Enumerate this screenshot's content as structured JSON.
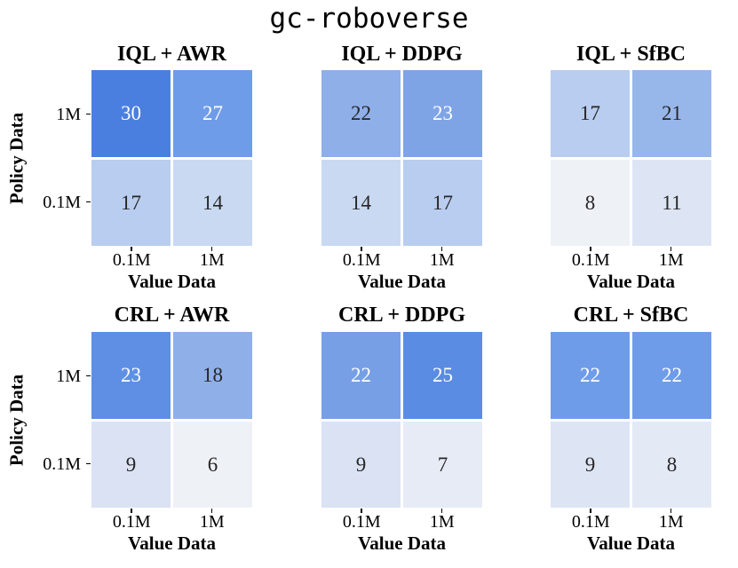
{
  "figure": {
    "suptitle": "gc-roboverse",
    "background": "#ffffff"
  },
  "axes": {
    "ylabel": "Policy Data",
    "xlabel": "Value Data",
    "yticks": [
      "1M",
      "0.1M"
    ],
    "xticks": [
      "0.1M",
      "1M"
    ]
  },
  "chart_data": {
    "type": "heatmap",
    "title": "gc-roboverse",
    "xlabel": "Value Data",
    "ylabel": "Policy Data",
    "x_categories": [
      "0.1M",
      "1M"
    ],
    "y_categories": [
      "1M",
      "0.1M"
    ],
    "colormap": "Blues",
    "vmin": 6,
    "vmax": 30,
    "grid": false,
    "legend": "none",
    "panels": [
      {
        "title": "IQL + AWR",
        "row": 0,
        "col": 0,
        "values": [
          [
            30,
            27
          ],
          [
            17,
            14
          ]
        ],
        "cell_colors": [
          [
            "#4a7fe0",
            "#6f9ce8"
          ],
          [
            "#b8cdef",
            "#c9d9f2"
          ]
        ],
        "text_colors": [
          [
            "#ffffff",
            "#ffffff"
          ],
          [
            "#262626",
            "#262626"
          ]
        ]
      },
      {
        "title": "IQL + DDPG",
        "row": 0,
        "col": 1,
        "values": [
          [
            22,
            23
          ],
          [
            14,
            17
          ]
        ],
        "cell_colors": [
          [
            "#8fafe8",
            "#7fa4e6"
          ],
          [
            "#c9d9f2",
            "#b8cdef"
          ]
        ],
        "text_colors": [
          [
            "#262626",
            "#ffffff"
          ],
          [
            "#262626",
            "#262626"
          ]
        ]
      },
      {
        "title": "IQL + SfBC",
        "row": 0,
        "col": 2,
        "values": [
          [
            17,
            21
          ],
          [
            8,
            11
          ]
        ],
        "cell_colors": [
          [
            "#b8cdef",
            "#97b6ea"
          ],
          [
            "#eef1f6",
            "#dde5f4"
          ]
        ],
        "text_colors": [
          [
            "#262626",
            "#262626"
          ],
          [
            "#262626",
            "#262626"
          ]
        ]
      },
      {
        "title": "CRL + AWR",
        "row": 1,
        "col": 0,
        "values": [
          [
            23,
            18
          ],
          [
            9,
            6
          ]
        ],
        "cell_colors": [
          [
            "#5e8fe4",
            "#8fafe8"
          ],
          [
            "#dae2f3",
            "#eef1f6"
          ]
        ],
        "text_colors": [
          [
            "#ffffff",
            "#262626"
          ],
          [
            "#262626",
            "#262626"
          ]
        ]
      },
      {
        "title": "CRL + DDPG",
        "row": 1,
        "col": 1,
        "values": [
          [
            22,
            25
          ],
          [
            9,
            7
          ]
        ],
        "cell_colors": [
          [
            "#769fe6",
            "#5a8ce3"
          ],
          [
            "#dae2f3",
            "#e6ebf5"
          ]
        ],
        "text_colors": [
          [
            "#ffffff",
            "#ffffff"
          ],
          [
            "#262626",
            "#262626"
          ]
        ]
      },
      {
        "title": "CRL + SfBC",
        "row": 1,
        "col": 2,
        "values": [
          [
            22,
            22
          ],
          [
            9,
            8
          ]
        ],
        "cell_colors": [
          [
            "#6f9ce8",
            "#6f9ce8"
          ],
          [
            "#dde5f4",
            "#e3e9f5"
          ]
        ],
        "text_colors": [
          [
            "#ffffff",
            "#ffffff"
          ],
          [
            "#262626",
            "#262626"
          ]
        ]
      }
    ]
  }
}
